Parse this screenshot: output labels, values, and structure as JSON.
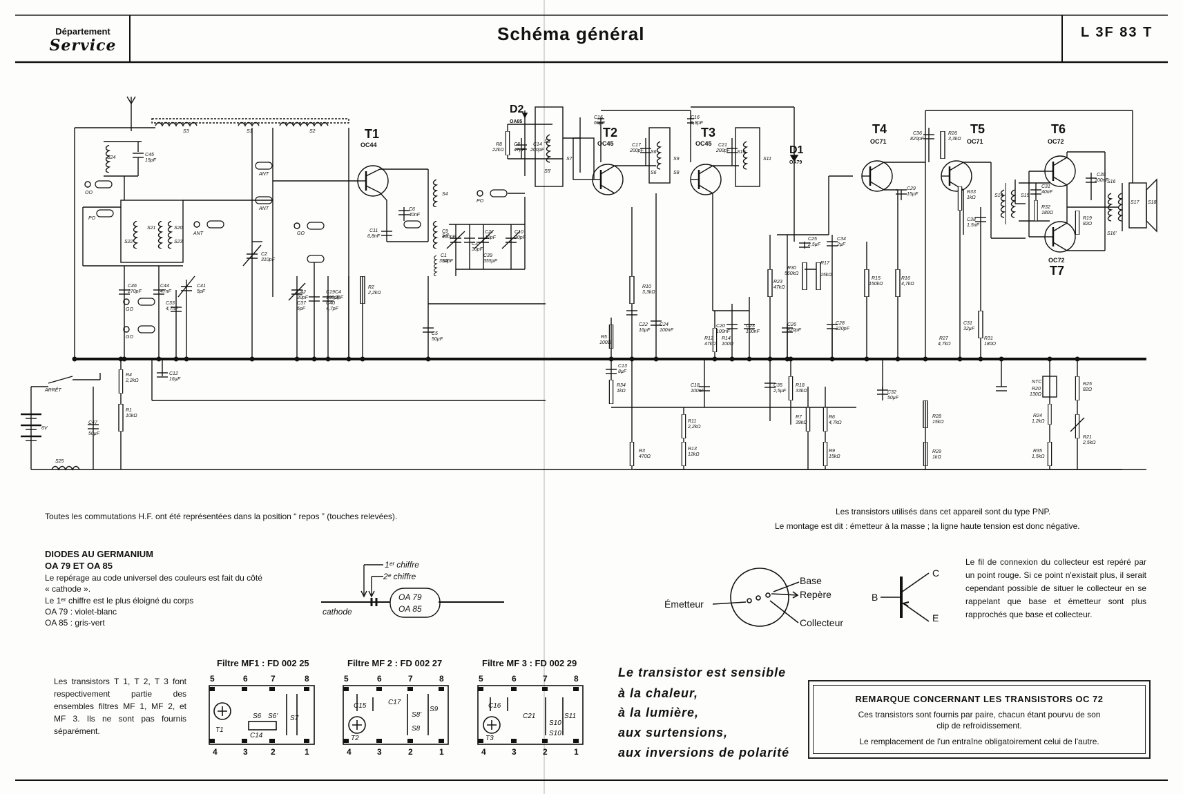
{
  "header": {
    "department_line1": "Département",
    "department_line2": "Service",
    "title": "Schéma général",
    "reference": "L 3F 83 T"
  },
  "schematic": {
    "transistors": [
      {
        "id": "T1",
        "type": "OC44"
      },
      {
        "id": "T2",
        "type": "OC45"
      },
      {
        "id": "T3",
        "type": "OC45"
      },
      {
        "id": "T4",
        "type": "OC71"
      },
      {
        "id": "T5",
        "type": "OC71"
      },
      {
        "id": "T6",
        "type": "OC72"
      },
      {
        "id": "T7",
        "type": "OC72"
      }
    ],
    "diodes": [
      {
        "id": "D1",
        "type": "OA79"
      },
      {
        "id": "D2",
        "type": "OA85"
      }
    ],
    "battery": "6V",
    "switch_label": "ARRÊT",
    "band_labels": {
      "oo": "OO",
      "po": "PO",
      "go": "GO",
      "ant": "ANT"
    },
    "components": {
      "s24": "S24",
      "c45": "C45",
      "c45v": "15pF",
      "s22": "S22",
      "s21": "S21",
      "s20": "S20",
      "s23": "S23",
      "s3": "S3",
      "s1": "S1",
      "s2": "S2",
      "c46": "C46",
      "c46v": "270pF",
      "c44": "C44",
      "c44v": "47nF",
      "c33": "C33",
      "c33v": "4,7nF",
      "c41": "C41",
      "c41v": "5pF",
      "c2": "C2",
      "c2v": "310pF",
      "c42": "C42",
      "c42v": "30pF",
      "c37": "C37",
      "c37v": "5pF",
      "c19": "C19",
      "c19v": "100pF",
      "c40": "C40",
      "c40v": "4,7pF",
      "c4": "C4",
      "c4v": "3pF",
      "r2": "R2",
      "r2v": "2,2kΩ",
      "r4": "R4",
      "r4v": "2,2kΩ",
      "r1": "R1",
      "r1v": "10kΩ",
      "c12": "C12",
      "c12v": "16µF",
      "c47": "C47",
      "c47v": "50µF",
      "s25": "S25",
      "r8": "R8",
      "r8v": "22kΩ",
      "c6": "C6",
      "c6v": "40nF",
      "c11": "C11",
      "c11v": "6,8nF",
      "c14": "C14",
      "c14v": "200pF",
      "c8": "C8",
      "c8v": "47pF",
      "c5": "C5",
      "c5v": "50µF",
      "c9": "C9",
      "c9v": "460pF",
      "c3": "C3",
      "c3v": "30pF",
      "c1": "C1",
      "c1v": "350pF",
      "c27": "C27",
      "c27v": "10pF",
      "c10": "C10",
      "c10v": "30pF",
      "c39": "C39",
      "c39v": "355pF",
      "s4": "S4",
      "s4b": "S4'",
      "s4c": "S4''",
      "s5": "S5",
      "s5b": "S5'",
      "s7": "S7",
      "c15": "C15",
      "c15v": "60pF",
      "c17": "C17",
      "c17v": "200pF",
      "s6": "S6",
      "s6b": "S6'",
      "s8": "S8",
      "s9": "S9",
      "r10": "R10",
      "r10v": "3,3kΩ",
      "c22": "C22",
      "c22v": "16µF",
      "r5": "R5",
      "r5v": "100Ω",
      "c24": "C24",
      "c24v": "100nF",
      "c13": "C13",
      "c13v": "8µF",
      "r34": "R34",
      "r34v": "1kΩ",
      "r3": "R3",
      "r3v": "470Ω",
      "c16": "C16",
      "c16v": "6,8pF",
      "c21": "C21",
      "c21v": "200pF",
      "s10": "S10",
      "s11": "S11",
      "c20": "C20",
      "c20v": "100nF",
      "c23": "C23",
      "c23v": "100nF",
      "r12": "R12",
      "r12v": "47kΩ",
      "r14": "R14",
      "r14v": "100Ω",
      "c18": "C18",
      "c18v": "100nF",
      "r11": "R11",
      "r11v": "2,2kΩ",
      "r13": "R13",
      "r13v": "12kΩ",
      "c25": "C25",
      "c25v": "2,5µF",
      "c34": "C34",
      "c34v": "2µF",
      "r30": "R30",
      "r30v": "560kΩ",
      "r17": "R17",
      "r17v": "15kΩ",
      "r23": "R23",
      "r23v": "47kΩ",
      "c26": "C26",
      "c26v": "820pF",
      "c28": "C28",
      "c28v": "220pF",
      "c35": "C35",
      "c35v": "2,5µF",
      "r18": "R18",
      "r18v": "33kΩ",
      "r7": "R7",
      "r7v": "39kΩ",
      "r6": "R6",
      "r6v": "4,7kΩ",
      "r9": "R9",
      "r9v": "15kΩ",
      "r15": "R15",
      "r15v": "150kΩ",
      "r16": "R16",
      "r16v": "4,7kΩ",
      "c32": "C32",
      "c32v": "50µF",
      "c36": "C36",
      "c36v": "820pF",
      "r26": "R26",
      "r26v": "3,3kΩ",
      "c29": "C29",
      "c29v": "15µF",
      "r33": "R33",
      "r33v": "1kΩ",
      "s14": "S14",
      "s15": "S15",
      "c38": "C38",
      "c38v": "1,5nF",
      "c31": "C31",
      "c31v": "32µF",
      "r27": "R27",
      "r27v": "4,7kΩ",
      "r31": "R31",
      "r31v": "180Ω",
      "r28": "R28",
      "r28v": "15kΩ",
      "r29": "R29",
      "r29v": "1kΩ",
      "c31b": "C31",
      "c31bv": "40nF",
      "r32": "R32",
      "r32v": "180Ω",
      "c30": "C30",
      "c30v": "100nF",
      "r19": "R19",
      "r19v": "82Ω",
      "s16": "S16",
      "s16b": "S16'",
      "s17": "S17",
      "s18": "S18",
      "ntc": "NTC",
      "r20": "R20",
      "r20v": "130Ω",
      "r25": "R25",
      "r25v": "82Ω",
      "r24": "R24",
      "r24v": "1,2kΩ",
      "r21": "R21",
      "r21v": "2,5kΩ",
      "r35": "R35",
      "r35v": "1,5kΩ"
    }
  },
  "notes": {
    "hf_switching": "Toutes les commutations H.F. ont été représentées dans la position “ repos ” (touches relevées).",
    "diodes_title": "DIODES AU GERMANIUM",
    "diodes_subtitle": "OA 79 ET OA 85",
    "diodes_lines": [
      "Le repérage au code universel des couleurs est fait du côté",
      "« cathode ».",
      "Le 1ᵉʳ chiffre est le plus éloigné du corps",
      "OA 79 : violet-blanc",
      "OA 85 : gris-vert"
    ],
    "diode_figure": {
      "first_digit": "1ᵉʳ chiffre",
      "second_digit": "2ᵉ chiffre",
      "cathode": "cathode",
      "body_top": "OA 79",
      "body_bottom": "OA 85"
    },
    "transistor_filters": "Les transistors T 1, T 2, T 3 font respectivement partie des ensembles filtres MF 1, MF 2, et MF 3. Ils ne sont pas fournis séparément.",
    "filters": [
      {
        "title": "Filtre MF1 : FD 002 25",
        "label_a": "T1",
        "label_b": "S6",
        "label_c": "S6'",
        "label_d": "S7",
        "label_e": "C14"
      },
      {
        "title": "Filtre MF 2 : FD 002 27",
        "label_a": "C15",
        "label_b": "C17",
        "label_c": "S8'",
        "label_d": "S9",
        "label_e": "S8",
        "label_f": "T2"
      },
      {
        "title": "Filtre MF 3 : FD 002 29",
        "label_a": "C16",
        "label_b": "C21",
        "label_c": "S10",
        "label_d": "S11",
        "label_e": "S10",
        "label_f": "T3"
      }
    ],
    "filter_pins_top": [
      "5",
      "6",
      "7",
      "8"
    ],
    "filter_pins_bottom": [
      "4",
      "3",
      "2",
      "1"
    ],
    "pnp_line1": "Les transistors utilisés dans cet appareil sont du type PNP.",
    "pnp_line2": "Le montage est dit : émetteur à la masse ; la ligne haute tension est donc négative.",
    "pinout": {
      "emitter": "Émetteur",
      "base": "Base",
      "marker": "Repère",
      "collector": "Collecteur"
    },
    "symbol": {
      "b": "B",
      "c": "C",
      "e": "E"
    },
    "collector_note": "Le fil de connexion du collecteur est repéré par un point rouge. Si ce point n'existait plus, il serait cependant possible de situer le collecteur en se rappelant que base et émetteur sont plus rapprochés que base et collecteur.",
    "sensitive_lines": [
      "Le transistor est sensible",
      "à la chaleur,",
      "à la lumière,",
      "aux surtensions,",
      "aux inversions de polarité"
    ],
    "remark_title": "REMARQUE CONCERNANT LES TRANSISTORS OC 72",
    "remark_line1": "Ces transistors sont fournis par paire, chacun étant pourvu de son",
    "remark_line2": "clip de refroidissement.",
    "remark_line3": "Le remplacement de l'un entraîne obligatoirement celui de l'autre."
  }
}
